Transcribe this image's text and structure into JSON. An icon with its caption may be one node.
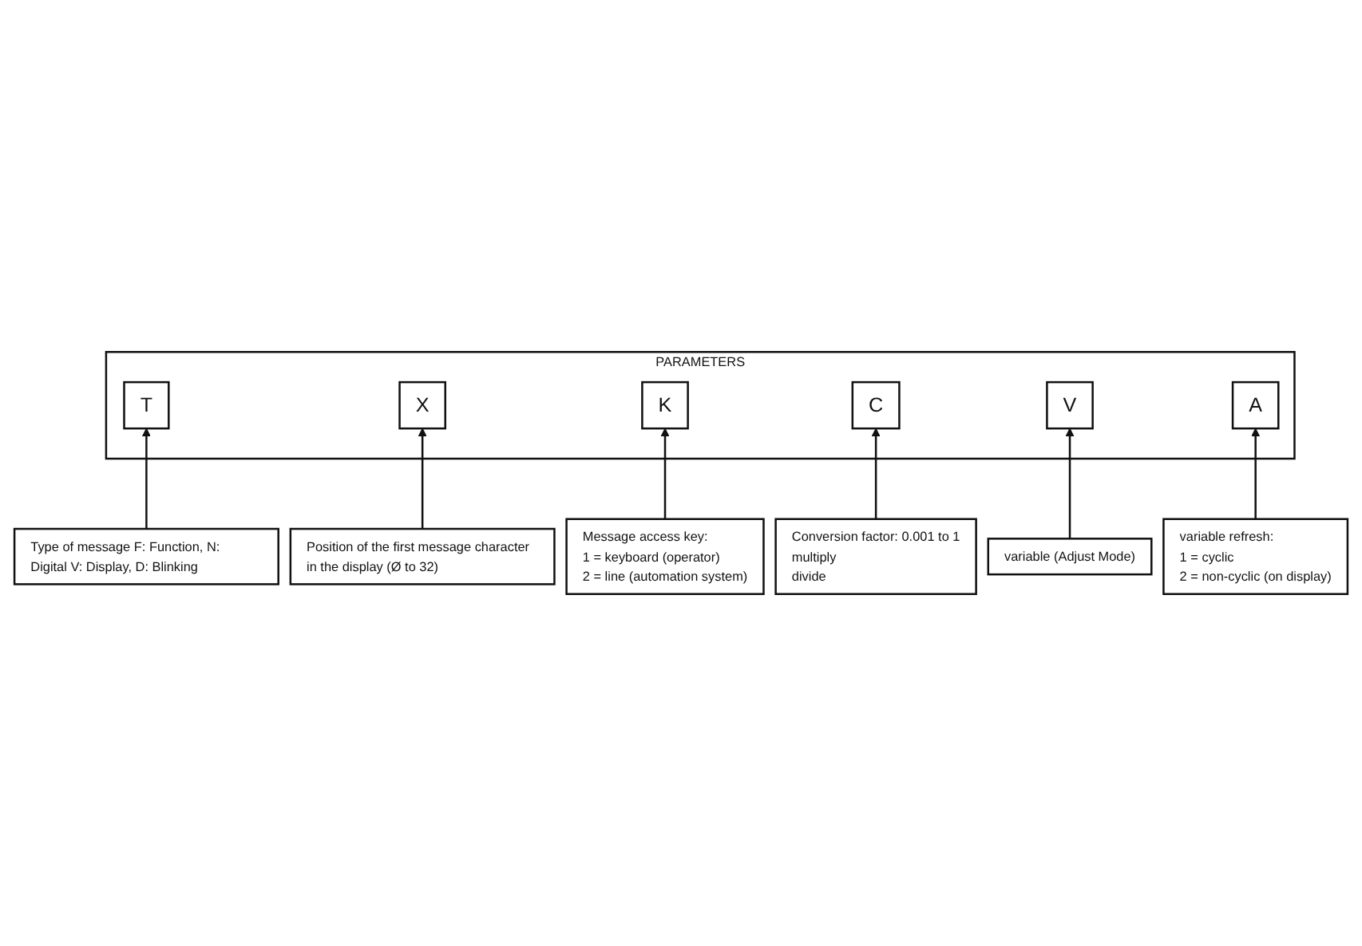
{
  "diagram": {
    "nodes": [
      {
        "text": [
          "PARAMETERS"
        ]
      },
      {
        "text": [
          "T"
        ],
        "in": 0
      },
      {
        "text": [
          "X"
        ],
        "in": 0
      },
      {
        "text": [
          "K"
        ],
        "in": 0
      },
      {
        "text": [
          "C"
        ],
        "in": 0
      },
      {
        "text": [
          "V"
        ],
        "in": 0
      },
      {
        "text": [
          "A"
        ],
        "in": 0
      },
      {
        "text": [
          "Type of message F: Function, N: Digital V: Display, D: Blinking"
        ]
      },
      {
        "text": [
          "Position of the first message character in the display (Ø to 32)"
        ]
      },
      {
        "text": [
          "Message access key:",
          "1 = keyboard (operator)",
          "2 = line (automation system)"
        ]
      },
      {
        "text": [
          "Conversion factor: 0.001 to 1",
          "multiply",
          "divide"
        ]
      },
      {
        "text": [
          "variable (Adjust Mode)"
        ]
      },
      {
        "text": [
          "variable refresh:",
          "1 = cyclic",
          "2 = non-cyclic (on display)"
        ]
      }
    ],
    "edges": [
      {
        "from": 7,
        "to": 1,
        "arrow": "to"
      },
      {
        "from": 8,
        "to": 2,
        "arrow": "to"
      },
      {
        "from": 9,
        "to": 3,
        "arrow": "to"
      },
      {
        "from": 10,
        "to": 4,
        "arrow": "to"
      },
      {
        "from": 11,
        "to": 5,
        "arrow": "to"
      },
      {
        "from": 12,
        "to": 6,
        "arrow": "to"
      }
    ]
  }
}
